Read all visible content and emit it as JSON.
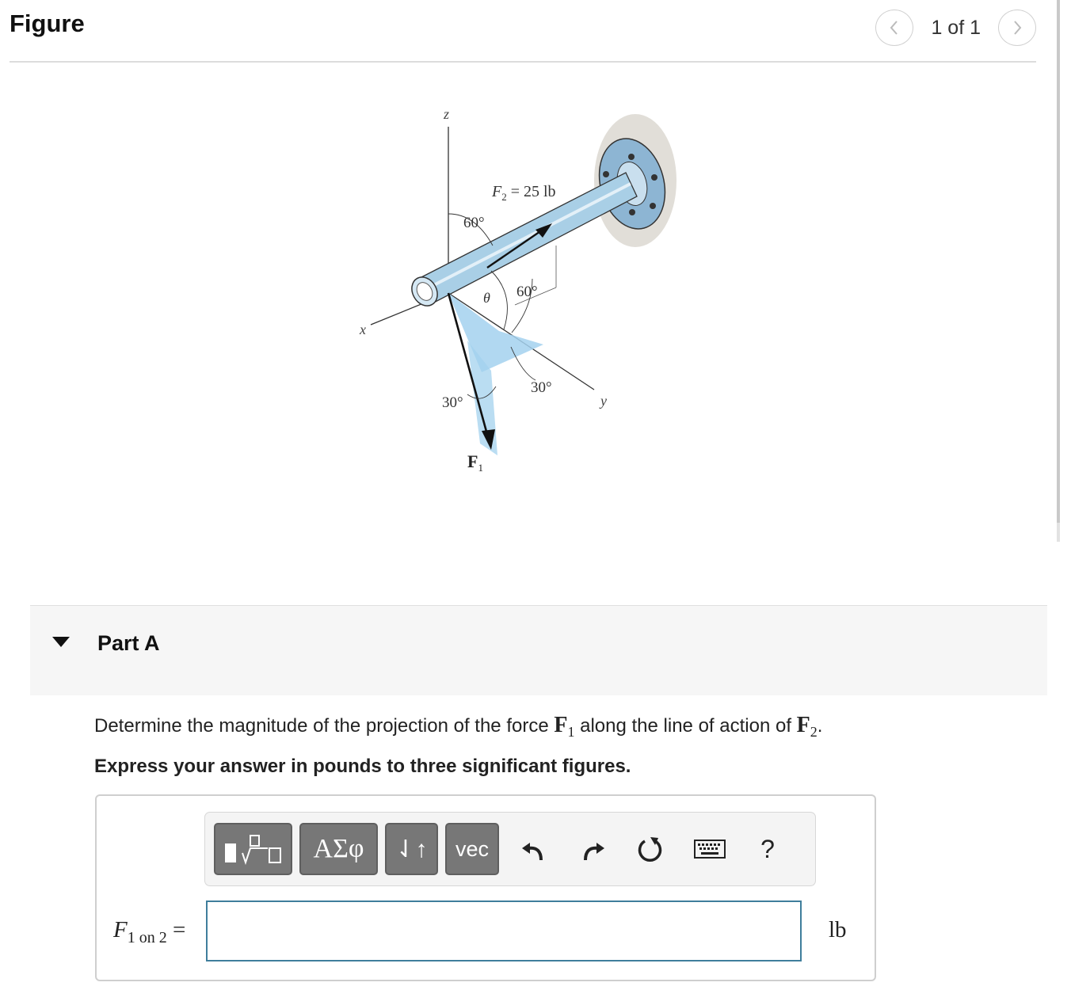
{
  "figure": {
    "title": "Figure",
    "pager_text": "1 of 1",
    "labels": {
      "z": "z",
      "x": "x",
      "y": "y",
      "f2_lhs": "F",
      "f2_sub": "2",
      "f2_rhs": " = 25 lb",
      "angle_60_top": "60°",
      "angle_60_mid": "60°",
      "theta": "θ",
      "angle_30_left": "30°",
      "angle_30_right": "30°",
      "f1_main": "F",
      "f1_sub": "1"
    }
  },
  "part": {
    "title": "Part A",
    "question_pre": "Determine the magnitude of the projection of the force ",
    "f1_symbol": "F",
    "f1_sub": "1",
    "question_mid": " along the line of action of ",
    "f2_symbol": "F",
    "f2_sub": "2",
    "question_post": ".",
    "instruction": "Express your answer in pounds to three significant figures."
  },
  "toolbar": {
    "greek_label": "ΑΣφ",
    "arrows_label": "⇃↑",
    "vec_label": "vec",
    "help_label": "?"
  },
  "answer": {
    "label_var": "F",
    "label_sub": "1 on 2",
    "label_eq": " =",
    "value": "",
    "unit": "lb"
  },
  "colors": {
    "input_border": "#3f7e9c",
    "button_bg": "#777777",
    "pipe_blue": "#a9cfe6",
    "shade_blue": "#a3d1ee"
  }
}
